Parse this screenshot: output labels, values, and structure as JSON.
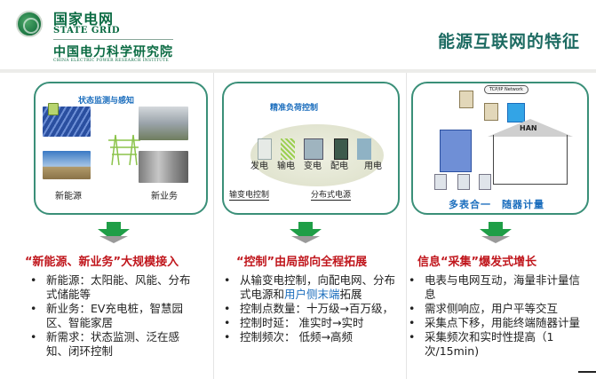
{
  "header": {
    "brand_cn": "国家电网",
    "brand_en": "STATE GRID",
    "institute_cn": "中国电力科学研究院",
    "institute_en": "CHINA ELECTRIC POWER RESEARCH INSTITUTE",
    "title": "能源互联网的特征"
  },
  "colors": {
    "title_teal": "#1d6b62",
    "brand_green": "#0b6b43",
    "panel_border": "#3a8f78",
    "section_red": "#c0161c",
    "highlight_blue": "#1a6dbd",
    "arrow_green": "#1f9e47"
  },
  "columns": [
    {
      "panel": {
        "title": "状态监测与感知",
        "label_left": "新能源",
        "label_right": "新业务"
      },
      "section_title": "“新能源、新业务”大规模接入",
      "bullets": [
        "新能源：太阳能、风能、分布式储能等",
        "新业务：EV充电桩，智慧园区、智能家居",
        "新需求：状态监测、泛在感知、闭环控制"
      ]
    },
    {
      "panel": {
        "title": "精准负荷控制",
        "chain": [
          "发电",
          "输电",
          "变电",
          "配电",
          "用电"
        ],
        "note_left": "输变电控制",
        "note_right": "分布式电源"
      },
      "section_title": "“控制”由局部向全程拓展",
      "bullets": [
        {
          "pre": "从输变电控制，向配电网、分布式电源和",
          "highlight": "用户侧末端",
          "post": "拓展"
        },
        "控制点数量：十万级→百万级，",
        "控制时延： 准实时→实时",
        "控制频次： 低频→高频"
      ]
    },
    {
      "panel": {
        "network_label": "TCP/IP Network",
        "han_label": "HAN",
        "bottom_label": "多表合一　随器计量"
      },
      "section_title": "信息“采集”爆发式增长",
      "bullets": [
        "电表与电网互动，海量非计量信息",
        "需求侧响应，用户平等交互",
        "采集点下移，用能终端随器计量",
        "采集频次和实时性提高（1次/15min)"
      ]
    }
  ]
}
